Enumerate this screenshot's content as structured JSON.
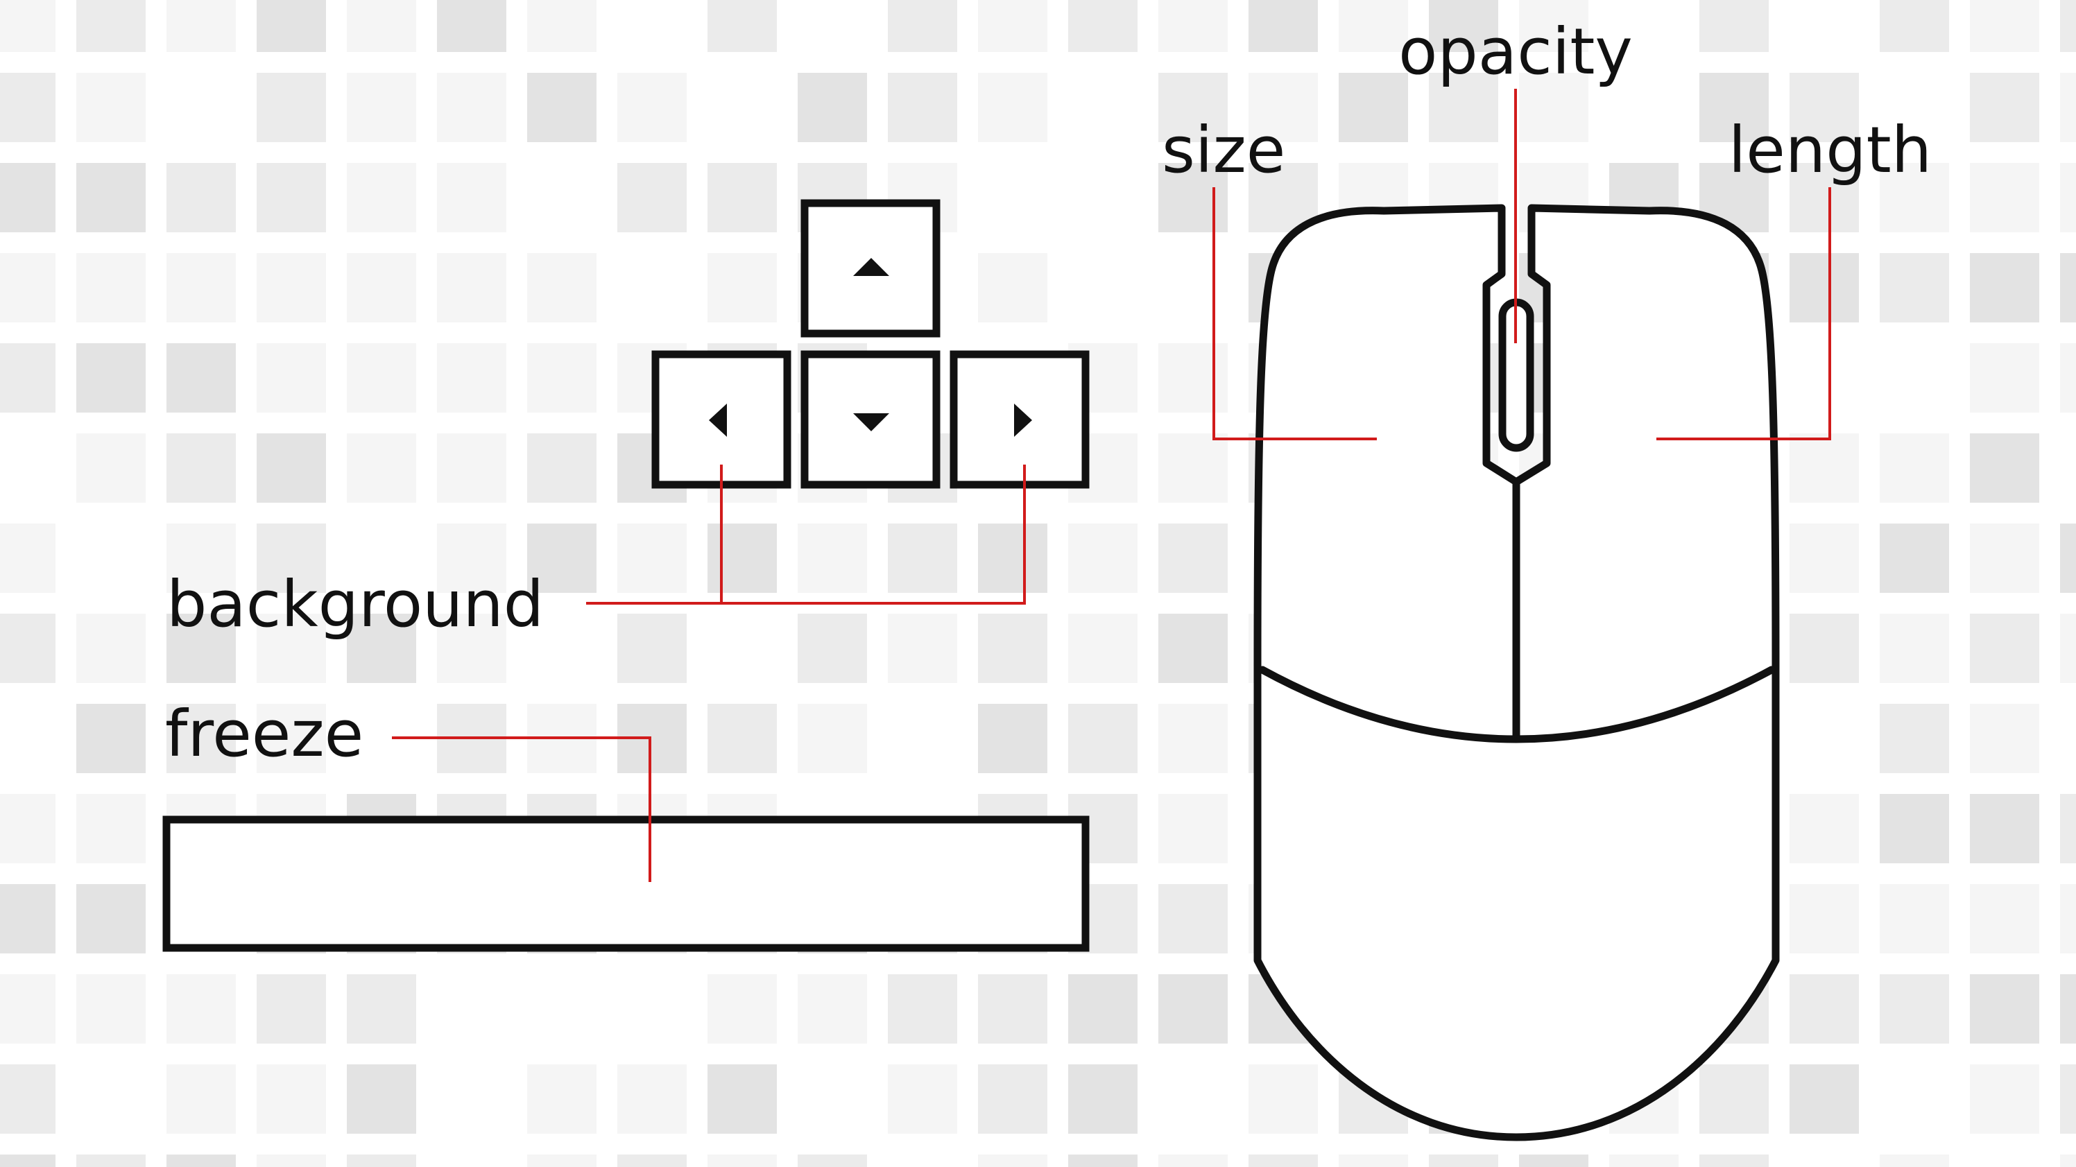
{
  "labels": {
    "opacity": "opacity",
    "size": "size",
    "length": "length",
    "background": "background",
    "freeze": "freeze"
  },
  "icons": {
    "arrow_up": "arrow-up-key-icon",
    "arrow_down": "arrow-down-key-icon",
    "arrow_left": "arrow-left-key-icon",
    "arrow_right": "arrow-right-key-icon",
    "spacebar": "spacebar-key-icon",
    "mouse": "mouse-icon"
  },
  "colors": {
    "leader_line": "#d11b1b",
    "outline": "#111111",
    "tile_light": "#f5f5f5",
    "tile_mid": "#ebebeb",
    "tile_dark": "#e3e3e3",
    "background": "#ffffff"
  }
}
